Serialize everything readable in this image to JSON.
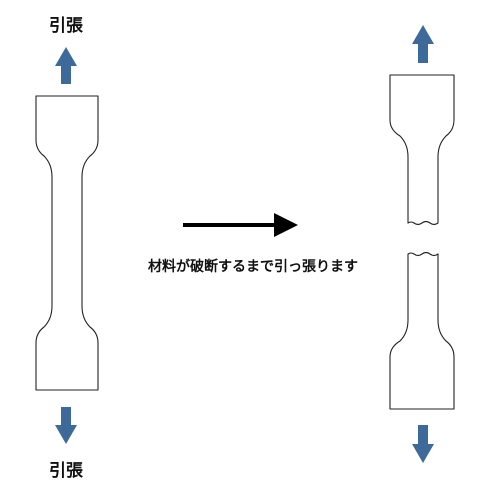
{
  "labels": {
    "tension_top": "引張",
    "tension_bottom": "引張",
    "caption": "材料が破断するまで引っ張ります"
  },
  "colors": {
    "pull_arrow": "#3E6A99",
    "process_arrow": "#000000",
    "outline": "#222222"
  },
  "icons": {
    "pull_arrow": "arrow-icon",
    "process_arrow": "right-arrow-icon"
  }
}
